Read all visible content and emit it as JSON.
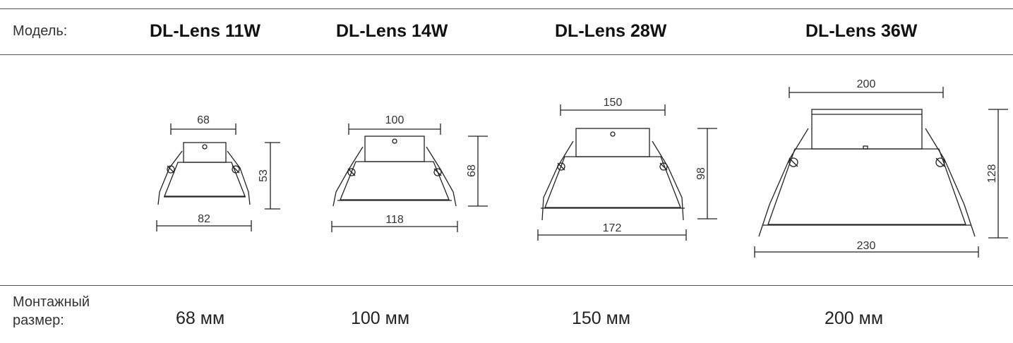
{
  "header": {
    "model_label": "Модель:",
    "models": [
      "DL-Lens 11W",
      "DL-Lens 14W",
      "DL-Lens 28W",
      "DL-Lens 36W"
    ]
  },
  "drawings": [
    {
      "top_width": "68",
      "bottom_width": "82",
      "height": "53"
    },
    {
      "top_width": "100",
      "bottom_width": "118",
      "height": "68"
    },
    {
      "top_width": "150",
      "bottom_width": "172",
      "height": "98"
    },
    {
      "top_width": "200",
      "bottom_width": "230",
      "height": "128"
    }
  ],
  "footer": {
    "mount_label_line1": "Монтажный",
    "mount_label_line2": "размер:",
    "mount_sizes": [
      "68 мм",
      "100 мм",
      "150 мм",
      "200 мм"
    ]
  }
}
